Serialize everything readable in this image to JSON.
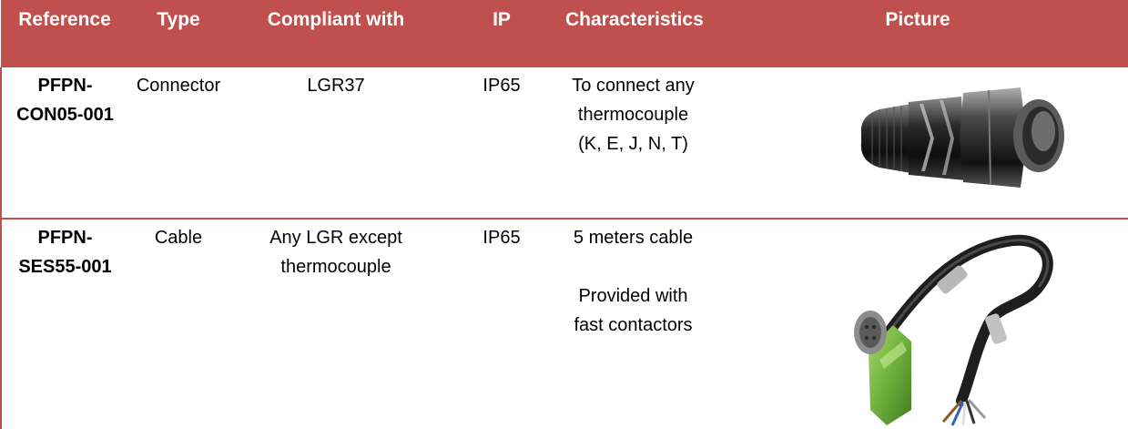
{
  "headers": {
    "reference": "Reference",
    "type": "Type",
    "compliant": "Compliant with",
    "ip": "IP",
    "characteristics": "Characteristics",
    "picture": "Picture"
  },
  "rows": [
    {
      "reference": "PFPN-CON05-001",
      "type": "Connector",
      "compliant": "LGR37",
      "ip": "IP65",
      "characteristics": [
        "To connect any thermocouple (K, E, J, N, T)"
      ],
      "picture": "connector-photo"
    },
    {
      "reference": "PFPN-SES55-001",
      "type": "Cable",
      "compliant": "Any LGR except thermocouple",
      "ip": "IP65",
      "characteristics": [
        "5 meters cable",
        "Provided with fast contactors"
      ],
      "picture": "cable-photo"
    }
  ],
  "colors": {
    "header_bg": "#c0504d",
    "header_text": "#ffffff",
    "cable_green": "#7dbd4a"
  }
}
